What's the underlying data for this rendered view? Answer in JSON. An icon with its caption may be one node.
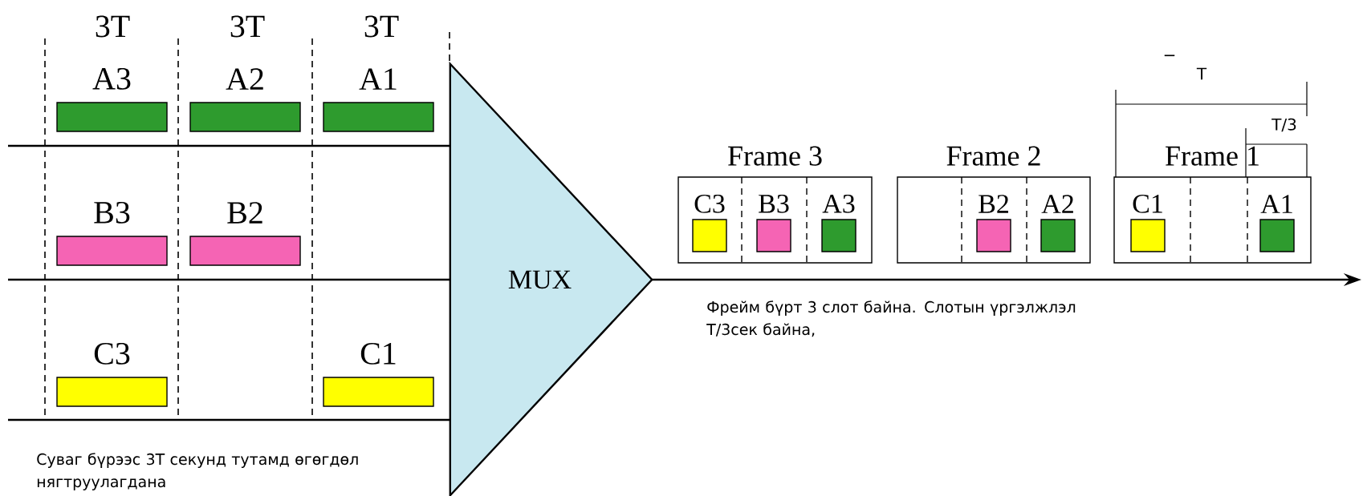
{
  "diagram": {
    "nodes": [
      {
        "text": [
          "A3"
        ]
      },
      {
        "text": [
          "A2"
        ]
      },
      {
        "text": [
          "A1"
        ]
      },
      {
        "text": [
          "B3"
        ]
      },
      {
        "text": [
          "B2"
        ]
      },
      {
        "text": [
          "C3"
        ]
      },
      {
        "text": [
          "C1"
        ]
      },
      {
        "text": [
          "MUX"
        ]
      },
      {
        "text": [
          "Frame 3"
        ]
      },
      {
        "text": [
          "C3"
        ],
        "in": 8
      },
      {
        "text": [
          "B3"
        ],
        "in": 8
      },
      {
        "text": [
          "A3"
        ],
        "in": 8
      },
      {
        "text": [
          "Frame 2"
        ]
      },
      {
        "text": [
          "B2"
        ],
        "in": 12
      },
      {
        "text": [
          "A2"
        ],
        "in": 12
      },
      {
        "text": [
          "Frame 1"
        ]
      },
      {
        "text": [
          "C1"
        ],
        "in": 15
      },
      {
        "text": [
          "A1"
        ],
        "in": 15
      }
    ],
    "edges": [
      {
        "from": null,
        "to": 7,
        "arrow": "none"
      },
      {
        "from": null,
        "to": 7,
        "arrow": "none"
      },
      {
        "from": null,
        "to": 7,
        "arrow": "none"
      },
      {
        "from": 7,
        "to": null,
        "arrow": "to"
      }
    ],
    "labels": [
      "3T",
      "3T",
      "3T",
      "−",
      "T",
      "T/3",
      "Суваг бүрээс 3T секунд тутамд өгөгдөл нягтруулагдана",
      "Фрейм бүрт 3 слот байна. Слотын үргэлжлэл Т/3сек байна,"
    ]
  }
}
